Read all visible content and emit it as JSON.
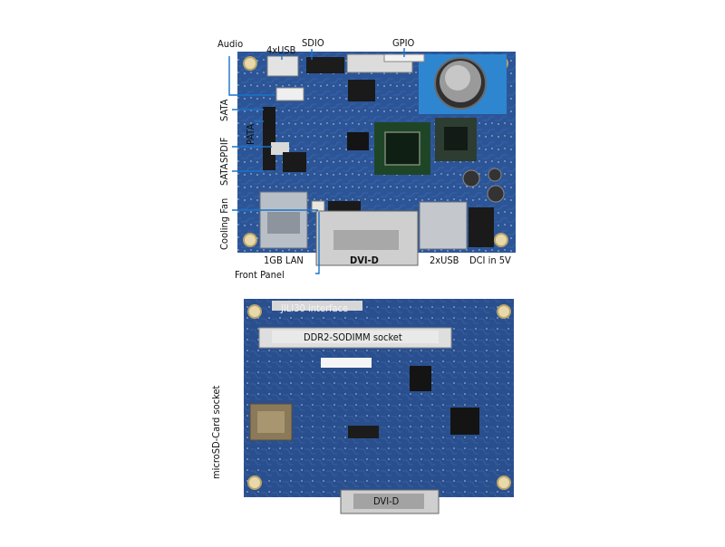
{
  "top_board": {
    "labels": {
      "audio": "Audio",
      "usb4": "4xUSB",
      "sdio": "SDIO",
      "gpio": "GPIO",
      "sata1": "SATA",
      "pata": "PATA",
      "spdif": "SPDIF",
      "sata2": "SATA",
      "cooling_fan": "Cooling Fan",
      "lan": "1GB LAN",
      "dvi": "DVI-D",
      "usb2": "2xUSB",
      "dc_in": "DCI in 5V",
      "front_panel": "Front Panel"
    }
  },
  "bottom_board": {
    "labels": {
      "jili": "JILI30 interface",
      "sodimm": "DDR2-SODIMM socket",
      "microsd": "microSD-Card socket",
      "dvi": "DVI-D"
    }
  },
  "colors": {
    "pcb_blue": "#2c5597",
    "pcb_blue_dark": "#1c3c75",
    "pcb_blue_bottom": "#2a4f8e",
    "leader": "#1a73c9",
    "text": "#111111"
  }
}
